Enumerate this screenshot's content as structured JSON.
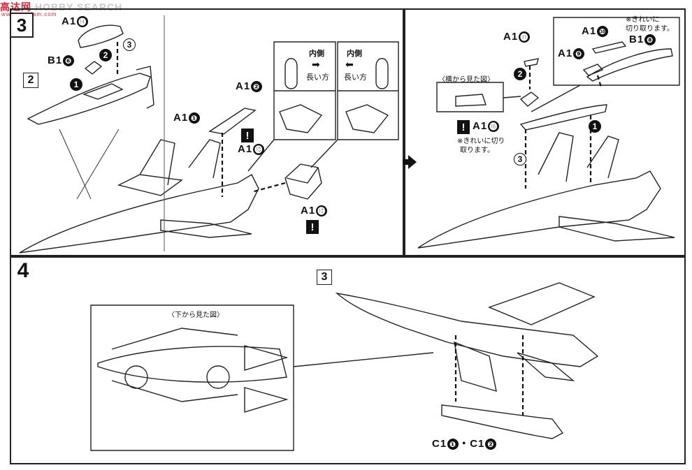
{
  "watermark": {
    "logo": "高达网",
    "text": "HOBBY SEARCH",
    "sub": "www.gundam.com"
  },
  "step3": {
    "number": "3",
    "sub2_label": "2",
    "parts": {
      "a14": "A1",
      "a14_n": "⓮",
      "b6": "B1",
      "b6_n": "❻",
      "a1": "A1",
      "a1_n": "❶",
      "a2": "A1",
      "a2_n": "❷",
      "a13": "A1",
      "a13_n": "⓭",
      "a12": "A1",
      "a12_n": "⓬"
    },
    "callout_left": {
      "heading": "内側",
      "text": "長い方"
    },
    "callout_right": {
      "heading": "内側",
      "text": "長い方"
    },
    "right": {
      "a11": "A1",
      "a11_n": "⓫",
      "a10": "A1",
      "a10_n": "❿",
      "a9": "A1",
      "a9_n": "❾",
      "b8": "B1",
      "b8_n": "❽",
      "a16": "A1",
      "a16_n": "⓰",
      "side_view": "〈横から見た図〉",
      "note_top": [
        "※きれいに",
        "切り取ります。"
      ],
      "note_mid": [
        "※きれいに切り",
        "取ります。"
      ]
    }
  },
  "step4": {
    "number": "4",
    "sub3_label": "3",
    "bottom_view": "〈下から見た図〉",
    "parts": {
      "c11": "C1",
      "c11_n": "❶",
      "dot": "・",
      "c12": "C1",
      "c12_n": "❷"
    }
  },
  "numbers": [
    "1",
    "2",
    "3"
  ],
  "warn_symbol": "!"
}
